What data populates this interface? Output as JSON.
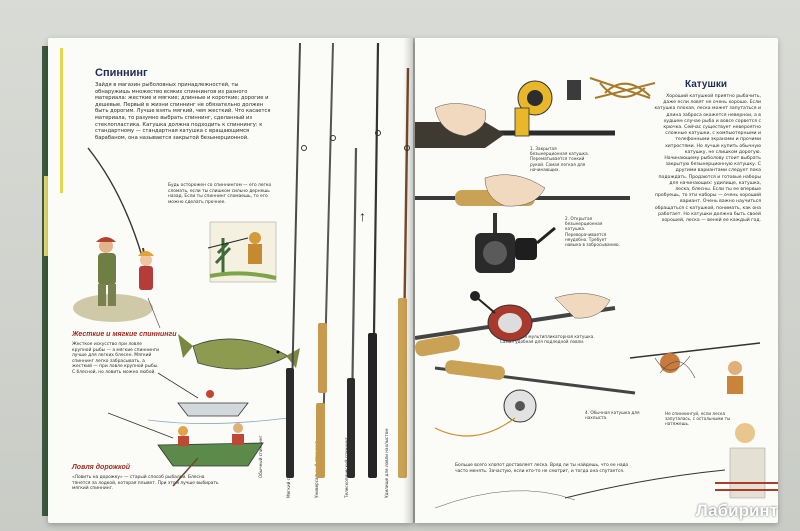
{
  "left_page": {
    "title": "Спиннинг",
    "intro": "Зайдя в магазин рыболовных принадлежностей, ты обнаружишь множество всяких спиннингов из разного материала: жесткие и мягкие; длинные и короткие; дорогие и дешевые. Первый в жизни спиннинг не обязательно должен быть дорогим. Лучше взять мягкий, чем жесткий. Что касается материала, то разумно выбрать спиннинг, сделанный из стеклопластика. Катушка должна подходить к спиннингу: к стандартному — стандартная катушка с вращающимся барабаном, она называется закрытой безынерционной.",
    "caption_top": "Будь осторожен со спиннингом — его легко сломать, если ты слишком сильно дернешь назад. Если ты спиннинг сломаешь, то его можно сделать прочнее.",
    "section1_title": "Жесткие и мягкие спиннинги",
    "section1_text": "Жесткое искусство при ловле крупной рыбы — а мягкие спиннинги лучше для легких блесен. Мягкий спиннинг легко забрасывать, а жесткий — при ловле крупной рыбы. С блесной, но ловить можно любой.",
    "section2_title": "Ловля дорожкой",
    "section2_text": "«Ловить на дорожку» — старый способ рыбалки. Блесна тянется за лодкой, которая плывет. При этом лучше выбирать мягкий спиннинг.",
    "arrow_label": "↑",
    "rod_labels": [
      "Обычный спиннинг",
      "Мягкий спиннинг для легких блесен",
      "Универсальный спиннинг",
      "Телескопический спиннинг",
      "Удилище для ловли нахлыстом"
    ]
  },
  "right_page": {
    "title": "Катушки",
    "intro": "Хороший катушкой приятно рыбачить, даже если ловят не очень хорошо. Если катушка плохая, леска может запутаться и длина заброса окажется невернои, а в худшем случае рыба и вовсе сорвется с крючка. Сейчас существует невероятно сложные катушки, с компьютерными и телефонными экранами и прочими хитростями. Но лучше купить обычную катушку, не слишком дорогую. Начинающему рыболову стоит выбрать закрытую безынерционную катушку. С другими вариантами следует пока подождать. Продаются и готовые наборы для начинающих: удилище, катушка, леска, блесны. Если ты ее впервые пробуешь, то эти наборы — очень хороший вариант. Очень важно научиться обращаться с катушкой, понимать, как она работает. Но катушки должна быть своей хорошей, леска — веней ее каждый год.",
    "reel_captions": [
      "1. Закрытая безынерционная катушка. Перематывается тонкий рукой. Самая легкая для начинающих.",
      "2. Открытая безынерционная катушка. Переворачивается неудобно. Требует навыка в забросыванию.",
      "3. Открытая мультипликаторная катушка. Самая удобная для подледной ловли.",
      "4. Обычная катушка для нахлыста."
    ],
    "bottom_text": "Больше всего хлопот доставляет леска. Вряд ли ты найдешь, что ее надо часто менять. Зачастую, если кто-то не смотрит, и тогда она спутается.",
    "bottom_right_text": "Не спиннингуй, если леска запуталась, с остальными ты натяжешь."
  },
  "watermark": "Лабиринт",
  "colors": {
    "title_blue": "#1d2b56",
    "page_bg": "#fbfbf8",
    "accent_yellow": "#e3d64e",
    "reel_yellow": "#e8b72a",
    "cork": "#c9a255"
  }
}
